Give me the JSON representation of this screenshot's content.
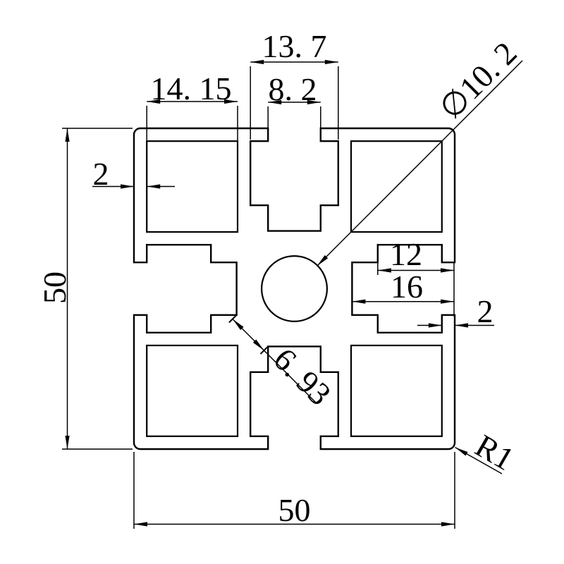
{
  "drawing": {
    "colors": {
      "line": "#000000",
      "background": "#ffffff"
    },
    "labels": {
      "slot_inner_width": "13. 7",
      "slot_opening_width": "8. 2",
      "corner_cavity_size": "14. 15",
      "center_hole_diameter": "∅10. 2",
      "wall_thickness_left": "2",
      "profile_height": "50",
      "slot_depth_wide": "12",
      "slot_depth_total": "16",
      "wall_thickness_right": "2",
      "diagonal_web_width": "6. 93",
      "corner_radius": "R1",
      "profile_width": "50"
    }
  }
}
